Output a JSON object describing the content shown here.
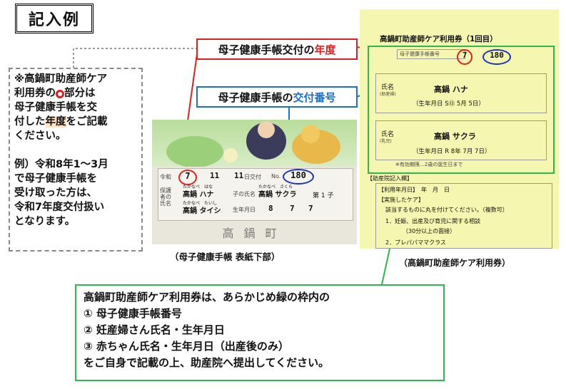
{
  "title": "記入例",
  "note": {
    "line1": "※高鍋町助産師ケア",
    "line2a": "利用券の",
    "line2b": "部分は",
    "line3": "母子健康手帳を交",
    "line4a": "付した",
    "line4b": "年度",
    "line4c": "をご記載",
    "line5": "ください。",
    "line6": "例）令和8年1～3月",
    "line7": "で母子健康手帳を",
    "line8": "受け取った方は、",
    "line9": "令和7年度交付扱い",
    "line10": "となります。"
  },
  "callouts": {
    "year_prefix": "母子健康手帳交付の",
    "year_em": "年度",
    "number_prefix": "母子健康手帳の",
    "number_em": "交付番号"
  },
  "booklet": {
    "reiwa_label": "令和",
    "year_value": "7",
    "month_value": "11",
    "day_value": "11",
    "issue_label": "日交付",
    "no_label": "No.",
    "number_value": "180",
    "guardian_label": "保護者の氏名",
    "mother_kana": "たかなべ　はな",
    "mother_name": "高鍋 ハナ",
    "father_kana": "たかなべ　たいし",
    "father_name": "高鍋 タイシ",
    "child_label": "子の氏名",
    "child_kana": "たかなべ　さくら",
    "child_name": "高鍋 サクラ",
    "birth_order": "第 1 子",
    "birthdate_label": "生年月日",
    "child_year": "8",
    "child_month": "7",
    "child_day": "7",
    "footer": "高鍋町",
    "caption": "（母子健康手帳 表紙下部）"
  },
  "coupon": {
    "heading": "高鍋町助産師ケア利用券（1回目）",
    "book_no_label": "母子健康手帳番号",
    "year_value": "7",
    "number_value": "180",
    "mother_label": "氏名",
    "mother_sub": "(助産婦)",
    "mother_name": "高鍋 ハナ",
    "mother_birth": "（生年月日 S⑬ 5月 5日）",
    "baby_label": "氏名",
    "baby_sub": "(乳児)",
    "baby_name": "高鍋 サクラ",
    "baby_birth": "（生年月日 R 8年 7月 7日）",
    "validity": "※有効期限…2歳の誕生日まで",
    "facility_header": "【助産院記入欄】",
    "use_date": "【利用年月日】　年　月　日",
    "care_header": "【実施したケア】",
    "care_instruction": "該当するものに丸を付けてください。（複数可）",
    "care_1": "1．妊娠、出産及び育児に関する相談",
    "care_1b": "（30分以上の面接）",
    "care_2": "2．プレパパママクラス",
    "caption": "（高鍋町助産師ケア利用券）"
  },
  "instructions": {
    "line1": "高鍋町助産師ケア利用券は、あらかじめ緑の枠内の",
    "line2": "① 母子健康手帳番号",
    "line3": "② 妊産婦さん氏名・生年月日",
    "line4": "③ 赤ちゃん氏名・生年月日（出産後のみ）",
    "line5": "をご自身で記載の上、助産院へ提出してください。"
  },
  "colors": {
    "red": "#e02020",
    "blue": "#1a6fd0",
    "green": "#2db84d",
    "coupon_bg": "#f5f7b1"
  }
}
